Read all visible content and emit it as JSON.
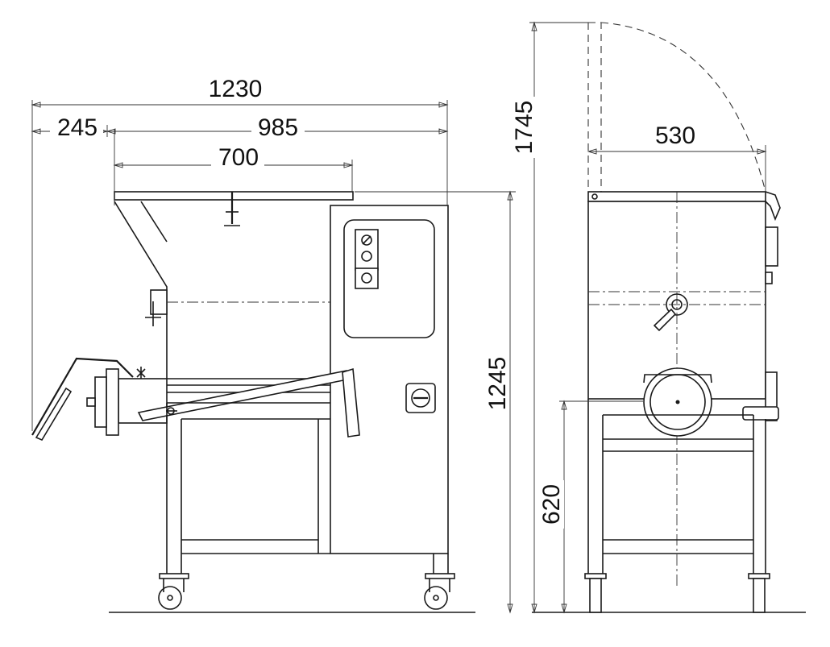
{
  "dimensions": {
    "overall_width": "1230",
    "hopper_overhang": "245",
    "body_width": "985",
    "hopper_width": "700",
    "total_height_open": "1745",
    "body_height": "1245",
    "side_depth": "530",
    "outlet_height": "620"
  },
  "colors": {
    "line": "#1a1a1a",
    "background": "#ffffff"
  }
}
